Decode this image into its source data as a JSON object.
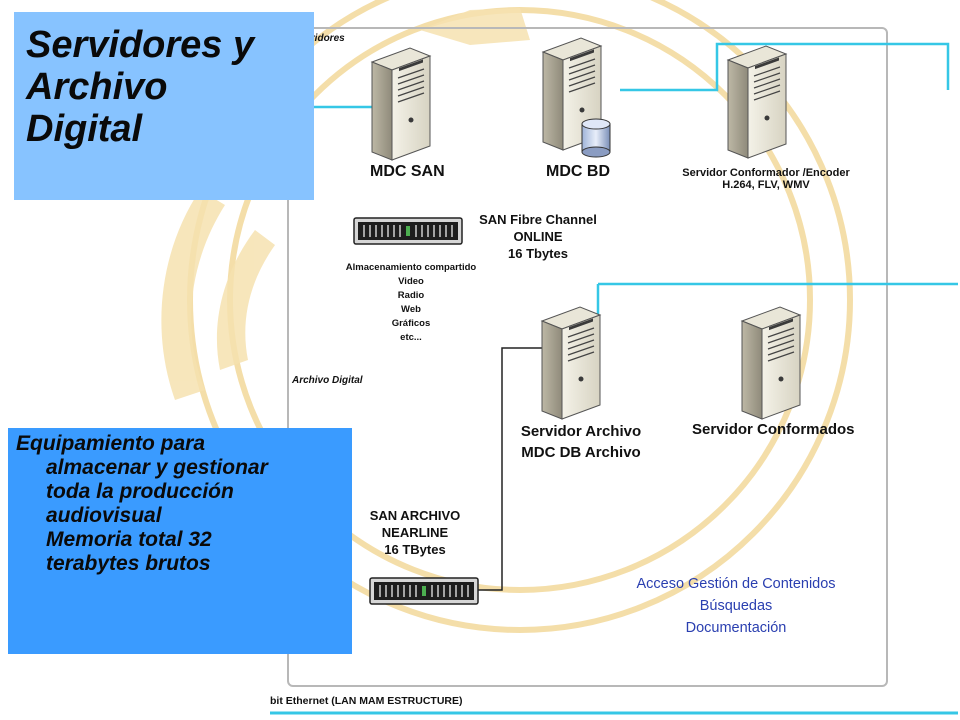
{
  "title": {
    "lines": [
      "Servidores y",
      "Archivo",
      "Digital"
    ]
  },
  "description": {
    "first": "Equipamiento para",
    "rest": [
      "almacenar y gestionar",
      "toda la producción",
      "audiovisual",
      "Memoria total 32",
      "terabytes brutos"
    ]
  },
  "diagram": {
    "section_servers": "Servidores",
    "section_archive": "Archivo Digital",
    "servers": {
      "mdc_san": "MDC SAN",
      "mdc_bd": "MDC BD",
      "encoder_line1": "Servidor Conformador /Encoder",
      "encoder_line2": "H.264, FLV, WMV",
      "archive_line1": "Servidor Archivo",
      "archive_line2": "MDC DB Archivo",
      "conformados": "Servidor Conformados"
    },
    "san_online": {
      "line1": "SAN Fibre Channel",
      "line2": "ONLINE",
      "line3": "16 Tbytes"
    },
    "shared_storage": [
      "Almacenamiento compartido",
      "Video",
      "Radio",
      "Web",
      "Gráficos",
      "etc..."
    ],
    "san_nearline": {
      "line1": "SAN ARCHIVO",
      "line2": "NEARLINE",
      "line3": "16 TBytes"
    },
    "access": [
      "Acceso Gestión de Contenidos",
      "Búsquedas",
      "Documentación"
    ],
    "bus_label": "bit Ethernet (LAN MAM ESTRUCTURE)"
  },
  "colors": {
    "title_box": "#87c3ff",
    "desc_box": "#3a9bff",
    "link_cyan": "#35c7e6",
    "access_text": "#2a3fb0",
    "seal": "#f3dba0"
  },
  "icons": [
    "server-tower-icon",
    "database-cylinder-icon",
    "storage-rack-icon",
    "university-seal-watermark"
  ]
}
